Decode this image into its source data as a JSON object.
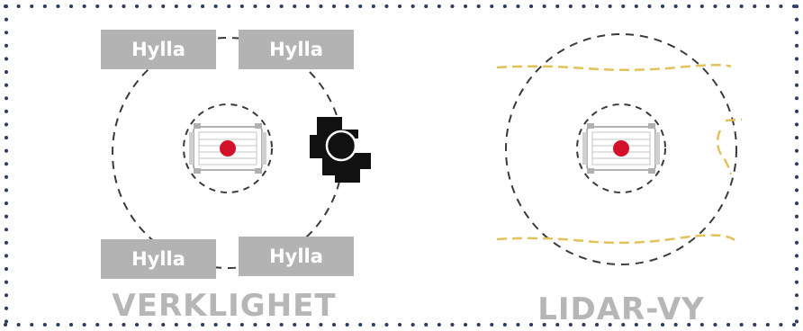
{
  "colors": {
    "border_dots": "#2e3b66",
    "shelf_fill": "#b3b3b3",
    "dashed_circle": "#3a3a3a",
    "robot_marker": "#d3102a",
    "lidar_trace": "#e2c25a",
    "caption_text": "#b6b6b6"
  },
  "real_view": {
    "shelves": [
      {
        "label": "Hylla"
      },
      {
        "label": "Hylla"
      },
      {
        "label": "Hylla"
      },
      {
        "label": "Hylla"
      }
    ],
    "obstacle_icon": "person-silhouette-icon",
    "caption": "VERKLIGHET"
  },
  "lidar_view": {
    "caption": "LIDAR-VY"
  }
}
